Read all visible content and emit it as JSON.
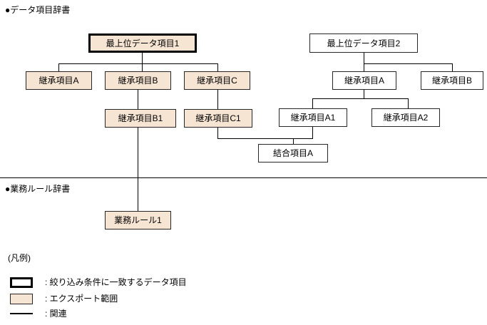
{
  "sections": {
    "data_dictionary": {
      "heading": "●データ項目辞書"
    },
    "business_rule_dictionary": {
      "heading": "●業務ルール辞書"
    }
  },
  "nodes": {
    "top1": "最上位データ項目1",
    "inherit_a": "継承項目A",
    "inherit_b": "継承項目B",
    "inherit_c": "継承項目C",
    "inherit_b1": "継承項目B1",
    "inherit_c1": "継承項目C1",
    "top2": "最上位データ項目2",
    "r_inherit_a": "継承項目A",
    "r_inherit_b": "継承項目B",
    "r_inherit_a1": "継承項目A1",
    "r_inherit_a2": "継承項目A2",
    "join_a": "結合項目A",
    "business_rule_1": "業務ルール1"
  },
  "legend": {
    "title": "(凡例)",
    "rows": [
      {
        "swatch": "thick-black-outline-box",
        "label": ": 絞り込み条件に一致するデータ項目"
      },
      {
        "swatch": "beige-filled-box",
        "label": ": エクスポート範囲"
      },
      {
        "swatch": "solid-line",
        "label": ": 関連"
      }
    ]
  },
  "colors": {
    "export_fill": "#f7e5d3",
    "border": "#262626",
    "match_outline": "#000000",
    "background": "#ffffff"
  }
}
